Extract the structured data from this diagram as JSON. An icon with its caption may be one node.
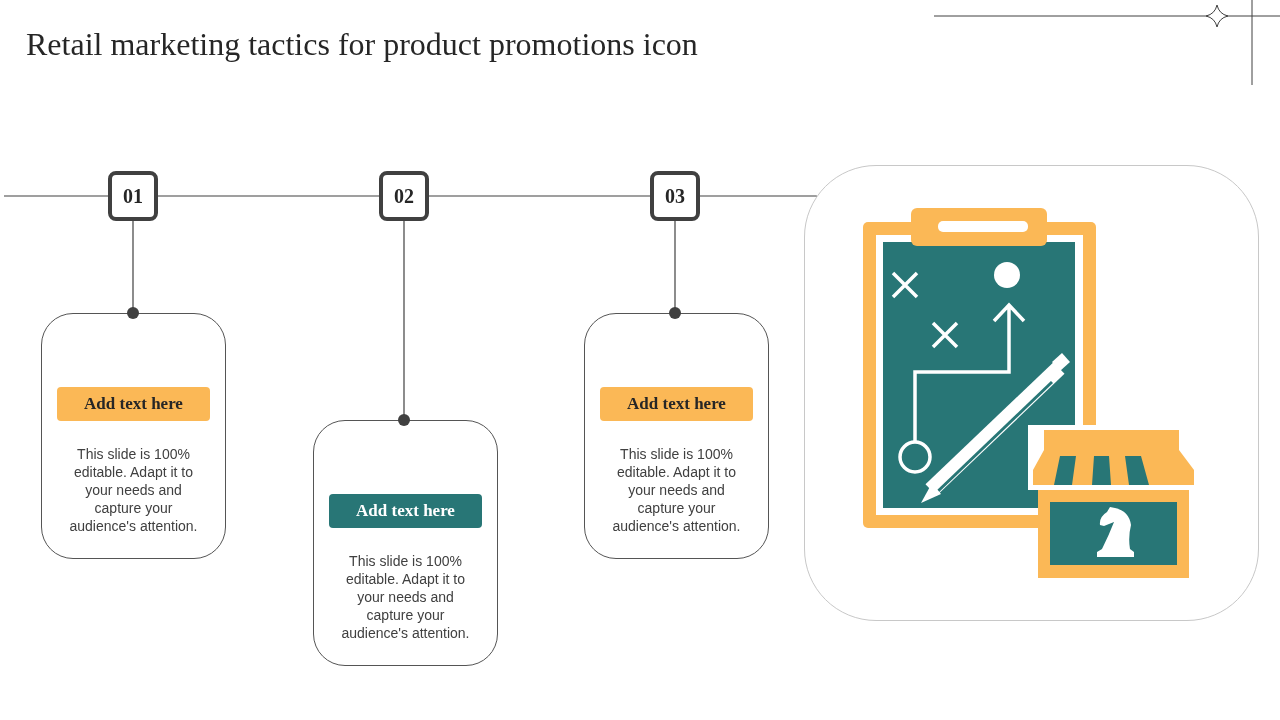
{
  "diagram": {
    "title": "Retail marketing tactics for product promotions icon",
    "nodes": [
      {
        "text": [
          "01"
        ]
      },
      {
        "text": [
          "02"
        ]
      },
      {
        "text": [
          "03"
        ]
      },
      {
        "text": [
          "Add text here",
          "This slide is 100% editable. Adapt it to your needs and capture your audience's attention."
        ]
      },
      {
        "text": [
          "Add text here",
          "This slide is 100% editable. Adapt it to your needs and capture your audience's attention."
        ]
      },
      {
        "text": [
          "Add text here",
          "This slide is 100% editable. Adapt it to your needs and capture your audience's attention."
        ]
      },
      {
        "text": [],
        "shape": "box"
      }
    ],
    "edges": [
      {
        "from": null,
        "to": 0,
        "arrow": "none"
      },
      {
        "from": 0,
        "to": 1,
        "arrow": "none"
      },
      {
        "from": 1,
        "to": 2,
        "arrow": "none"
      },
      {
        "from": 2,
        "to": 6,
        "arrow": "none"
      },
      {
        "from": 0,
        "to": 3,
        "arrow": "other"
      },
      {
        "from": 1,
        "to": 4,
        "arrow": "other"
      },
      {
        "from": 2,
        "to": 5,
        "arrow": "other"
      }
    ]
  }
}
